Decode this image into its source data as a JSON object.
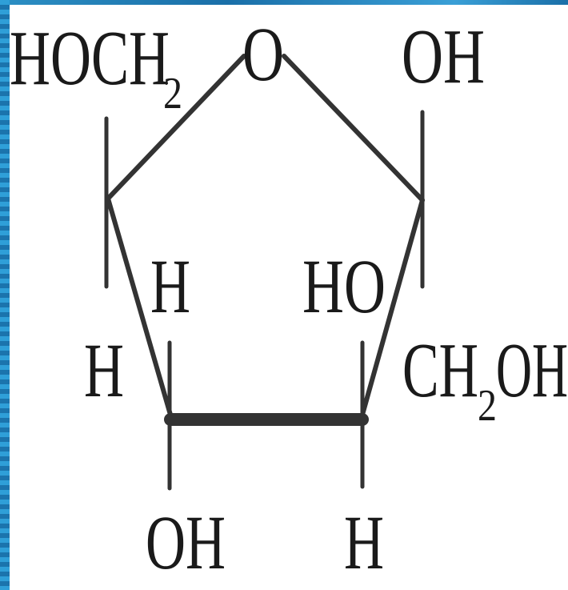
{
  "labels": {
    "hoch": "HOCH",
    "hoch_sub": "2",
    "ring_oxygen": "O",
    "oh_top_right": "OH",
    "h_ring_left": "H",
    "ho_ring_right": "HO",
    "h_left": "H",
    "ch": "CH",
    "ch_sub": "2",
    "ch_oh": "OH",
    "oh_bottom": "OH",
    "h_bottom": "H"
  },
  "colors": {
    "ink": "#1a1a1a",
    "bond": "#333333",
    "frame_blue": "#1a6fa8"
  }
}
